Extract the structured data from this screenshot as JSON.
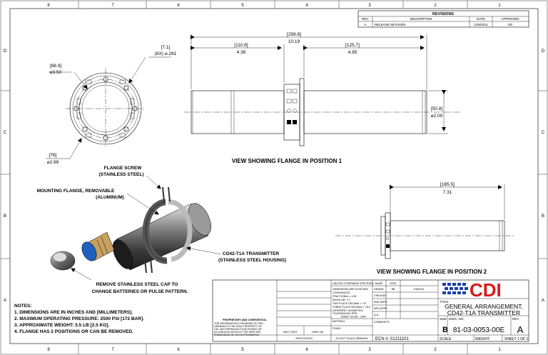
{
  "border": {
    "columns_top": [
      "8",
      "7",
      "6",
      "5",
      "4",
      "3",
      "2",
      "1"
    ],
    "columns_bottom": [
      "8",
      "7",
      "6",
      "5",
      "4",
      "3",
      "2",
      "1"
    ],
    "rows_left": [
      "D",
      "C",
      "B",
      "A"
    ],
    "rows_right": [
      "D",
      "C",
      "B",
      "A"
    ]
  },
  "revisions": {
    "title": "REVISIONS",
    "headers": {
      "rev": "REV.",
      "description": "DESCRIPTION",
      "date": "DATE",
      "approved": "APPROVED"
    },
    "row": {
      "rev": "A",
      "description": "RELEASE REVISION",
      "date": "1/26/2011",
      "approved": "OS"
    }
  },
  "end_view": {
    "bolt_dim_mm": "[7.1]",
    "bolt_dim_in": "(8X) ⌀.281",
    "flange_dia_mm": "[88.9]",
    "flange_dia_in": "⌀3.50",
    "body_dia_mm": "[76]",
    "body_dia_in": "⌀2.99"
  },
  "side_view_1": {
    "overall_mm": "[258.8]",
    "overall_in": "10.19",
    "left_mm": "[110.8]",
    "left_in": "4.36",
    "right_mm": "[125.7]",
    "right_in": "4.95",
    "dia_mm": "[50.8]",
    "dia_in": "⌀2.00",
    "caption": "VIEW SHOWING FLANGE IN POSITION 1"
  },
  "side_view_2": {
    "dim_mm": "[185.5]",
    "dim_in": "7.31",
    "caption": "VIEW SHOWING FLANGE IN POSITION 2"
  },
  "callouts": {
    "flange_screw_1": "FLANGE SCREW",
    "flange_screw_2": "(STAINLESS STEEL)",
    "mounting_1": "MOUNTING FLANGE, REMOVABLE",
    "mounting_2": "(ALUMINUM)",
    "transmitter_1": "CD42-T1A TRANSMITTER",
    "transmitter_2": "(STAINLESS STEEL HOUSING)",
    "cap_1": "REMOVE STAINLESS STEEL CAP TO",
    "cap_2": "CHANGE BATTERIES OR PULSE PATTERN."
  },
  "notes": {
    "title": "NOTES:",
    "items": [
      "1. DIMENSIONS ARE IN INCHES AND [MILLIMETERS].",
      "2. MAXIMUM OPERATING PRESSURE: 2500 PSI [172 BAR].",
      "3. APPROXIMATE WEIGHT: 5.5 LB [2.5 KG].",
      "4. FLANGE HAS 2 POSITIONS OR CAN BE REMOVED."
    ]
  },
  "title_block": {
    "unless": "UNLESS OTHERWISE SPECIFIED:",
    "dims": "DIMENSIONS ARE IN INCHES",
    "tolerances": "TOLERANCES:",
    "fractional": "FRACTIONAL ± 1/32",
    "angular": "ANGULAR: ± 1°",
    "two_place": "TWO PLACE DECIMAL ± .03",
    "three_place": "THREE PLACE DECIMAL ± .010",
    "interpret_1": "INTERPRET GEOMETRIC",
    "interpret_2": "TOLERANCING PER:",
    "asme": "ASME Y14.5M - 1994",
    "material": "MATERIAL",
    "finish": "FINISH",
    "do_not_scale": "DO NOT SCALE DRAWING",
    "name_header": "NAME",
    "date_header": "DATE",
    "drawn": "DRAWN",
    "drawn_name": "BB",
    "drawn_date": "1/26/2011",
    "checked": "CHECKED",
    "eng_appr": "ENG APPR.",
    "mfg_appr": "MFG APPR.",
    "qa": "Q.A.",
    "comments": "COMMENTS:",
    "proprietary_title": "PROPRIETARY AND CONFIDENTIAL",
    "proprietary_lines": [
      "THE INFORMATION CONTAINED IN THIS",
      "DRAWING IS THE SOLE PROPERTY OF",
      "CDI. ANY REPRODUCTION IN PART OR",
      "AS A WHOLE WITHOUT THE WRITTEN",
      "PERMISSION OF CDI IS PROHIBITED."
    ],
    "next_assy": "NEXT ASSY",
    "used_on": "USED ON",
    "application": "APPLICATION",
    "ecn": "ECN #: 01211101",
    "logo_text": "CDI",
    "title_label": "TITLE:",
    "title_1": "GENERAL ARRANGEMENT,",
    "title_2": "CD42-T1A TRANSMITTER",
    "size_label": "SIZE",
    "size_value": "B",
    "dwg_label": "DWG. NO.",
    "dwg_value": "81-03-0053-00E",
    "rev_label": "REV",
    "rev_value": "A",
    "scale_label": "SCALE:",
    "weight_label": "WEIGHT:",
    "sheet_label": "SHEET 1 OF 1"
  }
}
